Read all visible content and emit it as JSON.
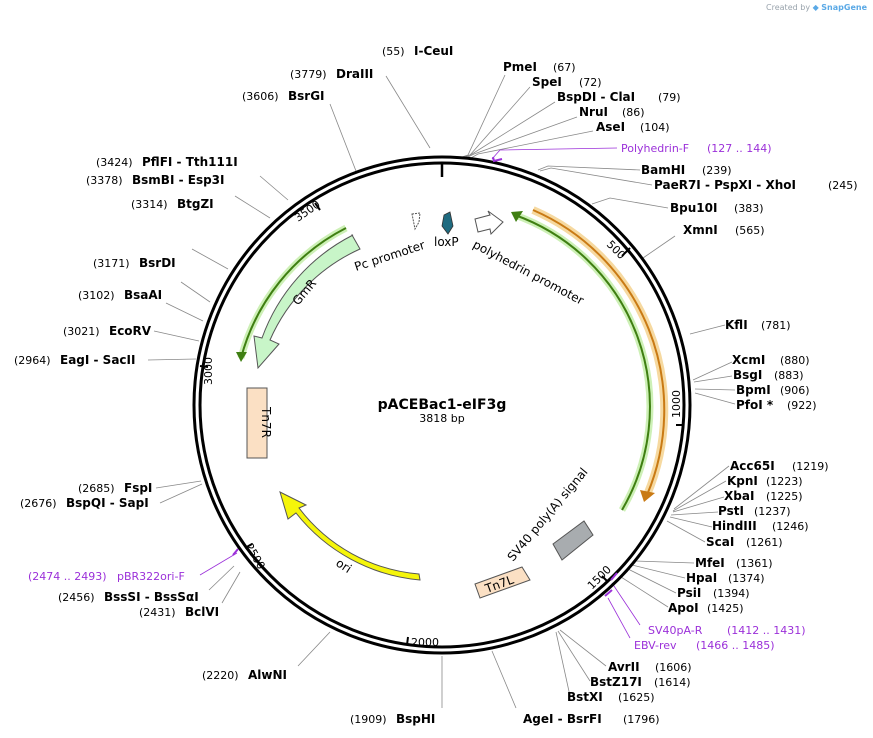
{
  "credit": {
    "prefix": "Created by",
    "brand": "SnapGene"
  },
  "plasmid": {
    "name": "pACEBac1-eIF3g",
    "length_label": "3818 bp"
  },
  "ticks": [
    "500",
    "1000",
    "1500",
    "2000",
    "2500",
    "3000",
    "3500"
  ],
  "colors": {
    "backbone": "#000000",
    "primer": "#9b30d9",
    "leader": "#888888",
    "orange_arc": "#f0a030",
    "green_arc": "#5aa02c",
    "gmr": "#c8f5c8",
    "ori": "#f5f50a",
    "tn7": "#fbe0c4",
    "sv40": "#a8acaf",
    "loxp": "#1f6b80"
  },
  "features": {
    "pc_promoter": "Pc promoter",
    "loxp": "loxP",
    "polyhedrin_promoter": "polyhedrin promoter",
    "gmr": "GmR",
    "tn7r": "Tn7R",
    "ori": "ori",
    "tn7l": "Tn7L",
    "sv40": "SV40 poly(A) signal"
  },
  "sites": [
    {
      "pos": "(55)",
      "name": "I-CeuI"
    },
    {
      "pos": "(67)",
      "name": "PmeI"
    },
    {
      "pos": "(72)",
      "name": "SpeI"
    },
    {
      "pos": "(79)",
      "name": "BspDI  -  ClaI"
    },
    {
      "pos": "(86)",
      "name": "NruI"
    },
    {
      "pos": "(104)",
      "name": "AseI"
    },
    {
      "pos": "(239)",
      "name": "BamHI"
    },
    {
      "pos": "(245)",
      "name": "PaeR7I  -  PspXI  -  XhoI"
    },
    {
      "pos": "(383)",
      "name": "Bpu10I"
    },
    {
      "pos": "(565)",
      "name": "XmnI"
    },
    {
      "pos": "(781)",
      "name": "KflI"
    },
    {
      "pos": "(880)",
      "name": "XcmI"
    },
    {
      "pos": "(883)",
      "name": "BsgI"
    },
    {
      "pos": "(906)",
      "name": "BpmI"
    },
    {
      "pos": "(922)",
      "name": "PfoI *"
    },
    {
      "pos": "(1219)",
      "name": "Acc65I"
    },
    {
      "pos": "(1223)",
      "name": "KpnI"
    },
    {
      "pos": "(1225)",
      "name": "XbaI"
    },
    {
      "pos": "(1237)",
      "name": "PstI"
    },
    {
      "pos": "(1246)",
      "name": "HindIII"
    },
    {
      "pos": "(1261)",
      "name": "ScaI"
    },
    {
      "pos": "(1361)",
      "name": "MfeI"
    },
    {
      "pos": "(1374)",
      "name": "HpaI"
    },
    {
      "pos": "(1394)",
      "name": "PsiI"
    },
    {
      "pos": "(1425)",
      "name": "ApoI"
    },
    {
      "pos": "(1606)",
      "name": "AvrII"
    },
    {
      "pos": "(1614)",
      "name": "BstZ17I"
    },
    {
      "pos": "(1625)",
      "name": "BstXI"
    },
    {
      "pos": "(1796)",
      "name": "AgeI  -  BsrFI"
    },
    {
      "pos": "(1909)",
      "name": "BspHI"
    },
    {
      "pos": "(2220)",
      "name": "AlwNI"
    },
    {
      "pos": "(2431)",
      "name": "BclVI"
    },
    {
      "pos": "(2456)",
      "name": "BssSI  -  BssSαI"
    },
    {
      "pos": "(2676)",
      "name": "BspQI  -  SapI"
    },
    {
      "pos": "(2685)",
      "name": "FspI"
    },
    {
      "pos": "(2964)",
      "name": "EagI  -  SacII"
    },
    {
      "pos": "(3021)",
      "name": "EcoRV"
    },
    {
      "pos": "(3102)",
      "name": "BsaAI"
    },
    {
      "pos": "(3171)",
      "name": "BsrDI"
    },
    {
      "pos": "(3314)",
      "name": "BtgZI"
    },
    {
      "pos": "(3378)",
      "name": "BsmBI  -  Esp3I"
    },
    {
      "pos": "(3424)",
      "name": "PflFI  -  Tth111I"
    },
    {
      "pos": "(3606)",
      "name": "BsrGI"
    },
    {
      "pos": "(3779)",
      "name": "DraIII"
    }
  ],
  "primers": [
    {
      "name": "Polyhedrin-F",
      "range": "(127 .. 144)"
    },
    {
      "name": "SV40pA-R",
      "range": "(1412 .. 1431)"
    },
    {
      "name": "EBV-rev",
      "range": "(1466 .. 1485)"
    },
    {
      "name": "pBR322ori-F",
      "range": "(2474 .. 2493)"
    }
  ]
}
